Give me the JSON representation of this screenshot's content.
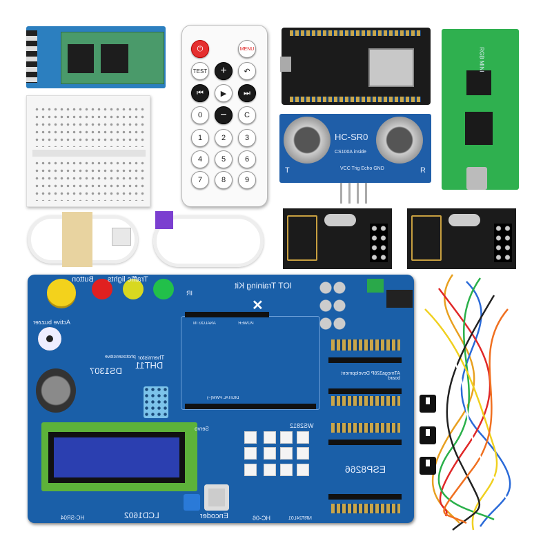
{
  "remote": {
    "buttons": [
      "MENU",
      "TEST",
      "+",
      "−",
      "C",
      "0",
      "1",
      "2",
      "3",
      "4",
      "5",
      "6",
      "7",
      "8",
      "9"
    ],
    "power_icon": "power-icon",
    "back_icon": "back-arrow-icon",
    "prev_icon": "prev-icon",
    "play_icon": "play-icon",
    "next_icon": "next-icon"
  },
  "ultrasonic": {
    "label": "HC-SR0",
    "pins": "VCC Trig Echo GND",
    "t": "T",
    "r": "R",
    "chip": "CS100A inside"
  },
  "nano": {
    "label": "RGB MINI"
  },
  "board": {
    "title": "IOT Training Kit",
    "button": "Button",
    "traffic": "Traffic lights",
    "buzzer": "Active buzzer",
    "thermistor": "Thermistor",
    "photo": "photosensitive",
    "ds1307": "DS1307",
    "dht11": "DHT11",
    "ir": "IR",
    "analog": "ANALOG IN",
    "power": "POWER",
    "digital": "DIGITAL PWM(~)",
    "atmega": "ATmega328P Development board",
    "ws2812": "WS2812",
    "servo": "Servo",
    "esp": "ESP8266",
    "lcd": "LCD1602",
    "encoder": "Encoder",
    "hc06": "HC-06",
    "nrf": "NRF24L01",
    "hcsr04": "HC-SR04"
  },
  "colors": {
    "pcb": "#1a5fa8",
    "pcb_dark": "#134d8f",
    "nano": "#2fb04f",
    "lcd": "#2b3fb0"
  }
}
